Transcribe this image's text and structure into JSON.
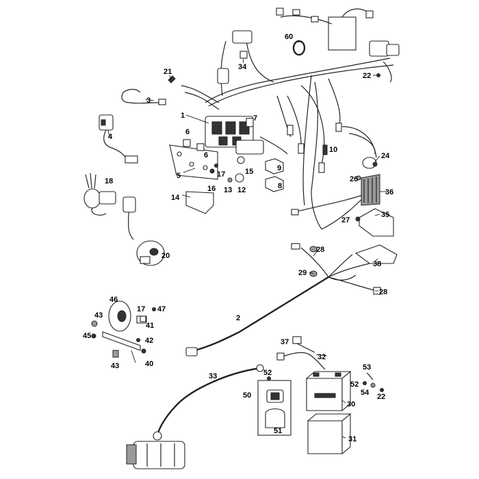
{
  "callouts": {
    "c1": "1",
    "c2": "2",
    "c3": "3",
    "c4": "4",
    "c5": "5",
    "c6a": "6",
    "c6b": "6",
    "c7": "7",
    "c8": "8",
    "c9": "9",
    "c10": "10",
    "c12": "12",
    "c13": "13",
    "c14": "14",
    "c15": "15",
    "c16": "16",
    "c17a": "17",
    "c17b": "17",
    "c18": "18",
    "c20": "20",
    "c21": "21",
    "c22a": "22",
    "c22b": "22",
    "c24": "24",
    "c26": "26",
    "c27": "27",
    "c28a": "28",
    "c28b": "28",
    "c29": "29",
    "c30": "30",
    "c31": "31",
    "c32": "32",
    "c33": "33",
    "c34": "34",
    "c35": "35",
    "c36": "36",
    "c37": "37",
    "c38": "38",
    "c40": "40",
    "c41": "41",
    "c42": "42",
    "c43a": "43",
    "c43b": "43",
    "c45": "45",
    "c46": "46",
    "c47": "47",
    "c50": "50",
    "c51": "51",
    "c52a": "52",
    "c52b": "52",
    "c53": "53",
    "c54": "54",
    "c60": "60"
  }
}
